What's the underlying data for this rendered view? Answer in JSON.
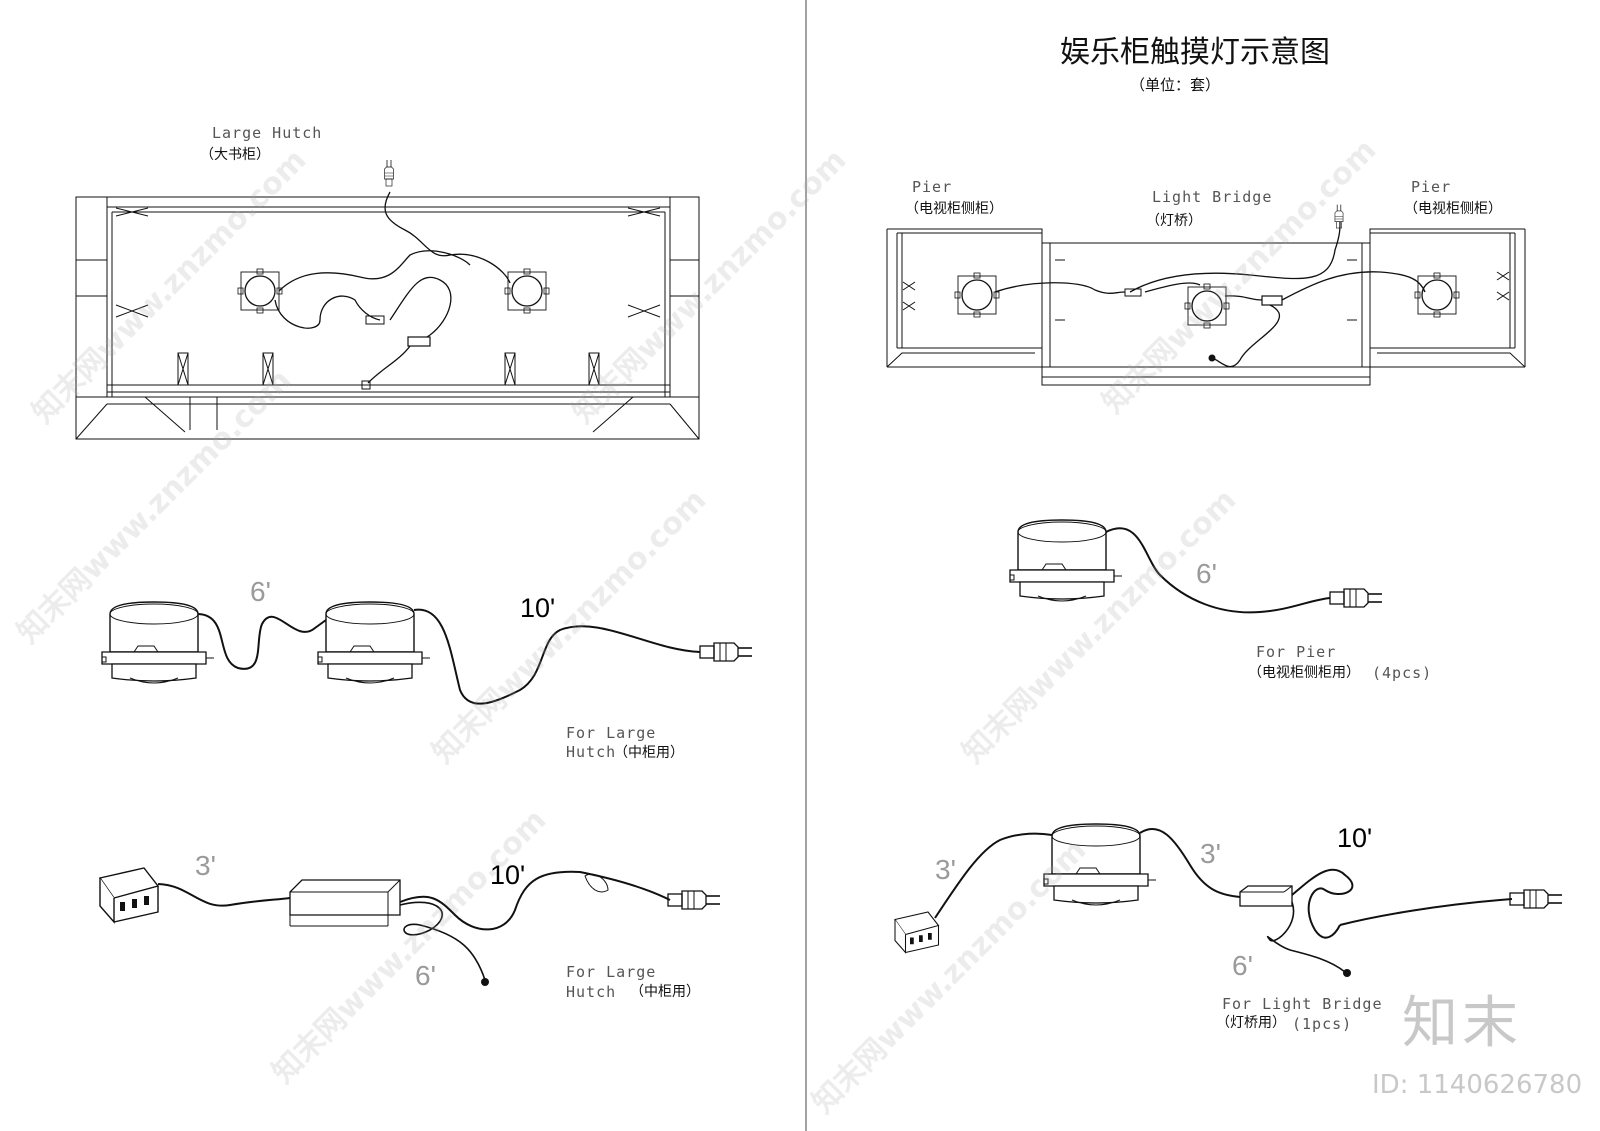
{
  "title": "娱乐柜触摸灯示意图",
  "subtitle": "（单位：套）",
  "large_hutch": {
    "label_en": "Large Hutch",
    "label_cn": "（大书柜）"
  },
  "entertainment": {
    "pier_left_en": "Pier",
    "pier_left_cn": "（电视柜侧柜）",
    "bridge_en": "Light Bridge",
    "bridge_cn": "（灯桥）",
    "pier_right_en": "Pier",
    "pier_right_cn": "（电视柜侧柜）"
  },
  "kit_hutch_lights": {
    "len_a": "6'",
    "len_b": "10'",
    "for_en_1": "For Large",
    "for_en_2": "Hutch",
    "for_cn": "（中柜用）"
  },
  "kit_hutch_driver": {
    "len_a": "3'",
    "len_b": "10'",
    "len_c": "6'",
    "for_en_1": "For Large",
    "for_en_2": "Hutch",
    "for_cn": "（中柜用）"
  },
  "kit_pier": {
    "len_a": "6'",
    "for_en": "For Pier",
    "for_cn": "（电视柜侧柜用）",
    "qty": "(4pcs)"
  },
  "kit_bridge": {
    "len_a": "3'",
    "len_b": "3'",
    "len_c": "10'",
    "len_d": "6'",
    "for_en": "For Light Bridge",
    "for_cn": "（灯桥用）",
    "qty": "(1pcs)"
  },
  "watermark": {
    "logo": "知末",
    "id": "ID: 1140626780",
    "site": "知末网www.znzmo.com"
  }
}
